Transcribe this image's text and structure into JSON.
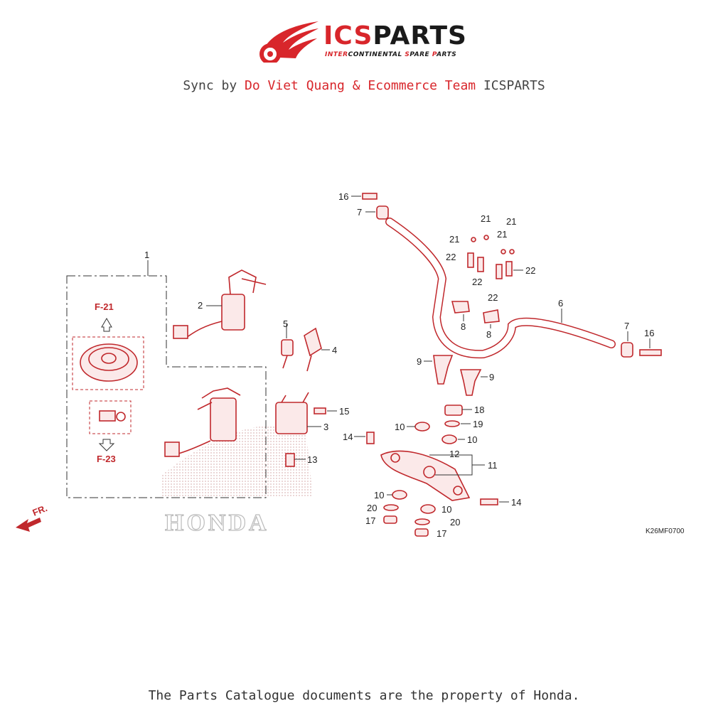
{
  "header": {
    "brand_prefix": "ICS",
    "brand_suffix": "PARTS",
    "tagline_1": "INTER",
    "tagline_2": "CONTINENTAL ",
    "tagline_3": "S",
    "tagline_4": "PARE ",
    "tagline_5": "P",
    "tagline_6": "ARTS",
    "sync_prefix": "Sync by ",
    "sync_author": "Do Viet Quang & Ecommerce Team",
    "sync_suffix": " ICSPARTS"
  },
  "diagram": {
    "watermark": "HONDA",
    "direction_label": "FR.",
    "ref_f21": "F-21",
    "ref_f23": "F-23",
    "drawing_code": "K26MF0700",
    "part_numbers": [
      "1",
      "2",
      "3",
      "4",
      "5",
      "6",
      "7",
      "7",
      "8",
      "8",
      "9",
      "9",
      "10",
      "10",
      "10",
      "10",
      "11",
      "12",
      "13",
      "14",
      "14",
      "15",
      "16",
      "16",
      "17",
      "17",
      "18",
      "19",
      "20",
      "20",
      "21",
      "21",
      "21",
      "21",
      "22",
      "22",
      "22",
      "22"
    ]
  },
  "footer": {
    "notice": "The Parts Catalogue documents are the property of Honda."
  }
}
